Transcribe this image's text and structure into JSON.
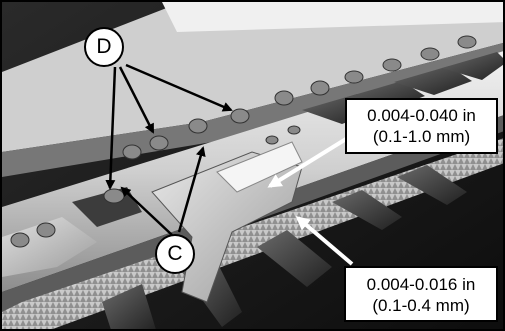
{
  "callouts": {
    "upper": {
      "line1": "0.004-0.040 in",
      "line2": "(0.1-1.0 mm)"
    },
    "lower": {
      "line1": "0.004-0.016 in",
      "line2": "(0.1-0.4 mm)"
    }
  },
  "labels": {
    "d": "D",
    "c": "C"
  },
  "colors": {
    "background": "#1a1a1a",
    "steel": "#bdbdbd",
    "dark_part": "#3a3a3a",
    "arrow": "#000000",
    "white_arrow": "#ffffff"
  }
}
